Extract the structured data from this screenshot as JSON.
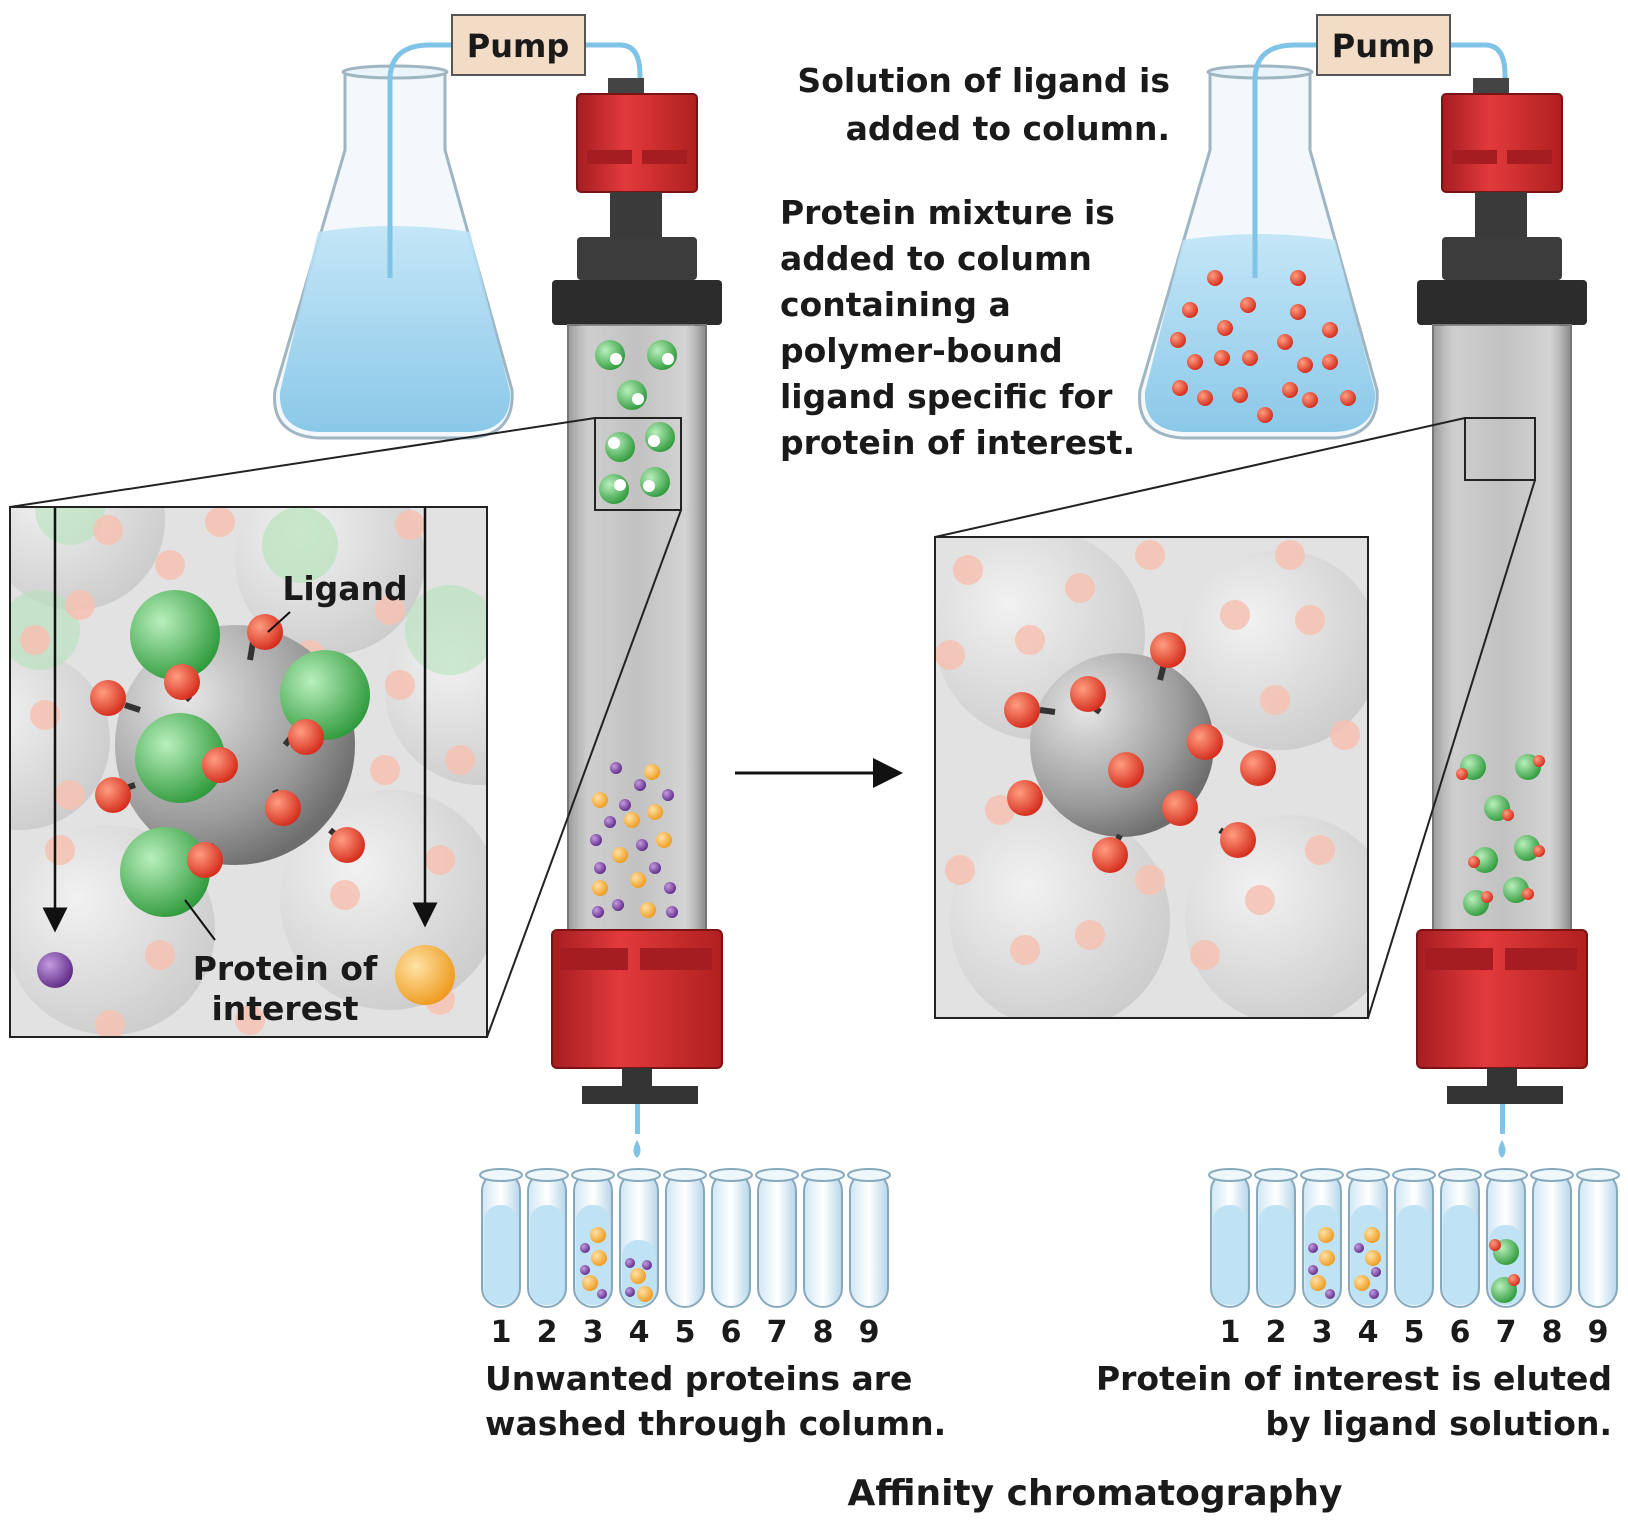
{
  "title": "Affinity chromatography",
  "left": {
    "pump_label": "Pump",
    "inset_labels": {
      "ligand": "Ligand",
      "protein_line1": "Protein of",
      "protein_line2": "interest"
    },
    "caption_line1": "Unwanted proteins are",
    "caption_line2": "washed through column.",
    "tube_numbers": [
      "1",
      "2",
      "3",
      "4",
      "5",
      "6",
      "7",
      "8",
      "9"
    ]
  },
  "middle": {
    "step1_line1": "Solution of ligand is",
    "step1_line2": "added to column.",
    "step2_lines": [
      "Protein mixture is",
      "added to column",
      "containing a",
      "polymer-bound",
      "ligand specific for",
      "protein of interest."
    ]
  },
  "right": {
    "pump_label": "Pump",
    "caption_line1": "Protein of interest is eluted",
    "caption_line2": "by ligand solution.",
    "tube_numbers": [
      "1",
      "2",
      "3",
      "4",
      "5",
      "6",
      "7",
      "8",
      "9"
    ]
  },
  "colors": {
    "column_cap": "#d42a2e",
    "solution": "#bfe2f4",
    "ligand": "#e8402a",
    "protein_of_interest": "#4caf50",
    "unwanted_small": "#8a4fb0",
    "unwanted_large": "#f4b042"
  }
}
